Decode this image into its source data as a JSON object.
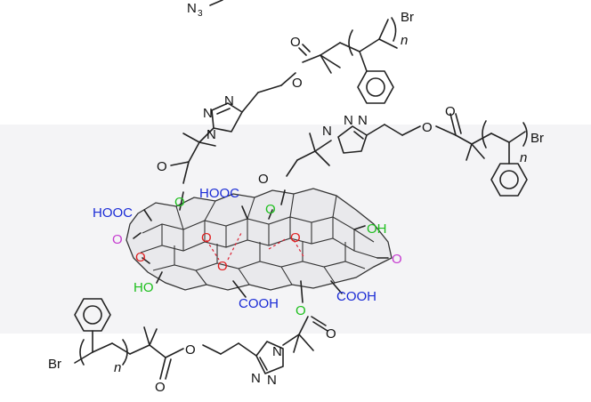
{
  "labels": {
    "n3": "N",
    "n3_sub": "3",
    "br_top": "Br",
    "n_top": "n",
    "o_ester1_dbl": "O",
    "o_ester1": "O",
    "triazole1_n1": "N",
    "triazole1_n2": "N",
    "triazole1_n3": "N",
    "o_carbonyl1": "O",
    "o_link1": "O",
    "o_carbonyl2": "O",
    "o_link2": "O",
    "triazole2_n1": "N",
    "triazole2_n2": "N",
    "triazole2_n3": "N",
    "o_ester2": "O",
    "o_ester2_dbl": "O",
    "br_right": "Br",
    "n_right": "n",
    "hooc_left": "HOOC",
    "hooc_center": "HOOC",
    "oh_right": "OH",
    "o_ketone_left": "O",
    "o_ketone_right": "O",
    "o_epoxide1": "O",
    "o_epoxide2": "O",
    "o_epoxide3": "O",
    "o_ketone_mid": "O",
    "ho_left": "HO",
    "cooh_center": "COOH",
    "cooh_right": "COOH",
    "o_link3": "O",
    "o_carbonyl3": "O",
    "br_bottom": "Br",
    "n_bottom": "n",
    "o_ester3": "O",
    "o_ester3_dbl": "O",
    "triazole3_n1": "N",
    "triazole3_n2": "N",
    "triazole3_n3": "N"
  },
  "colors": {
    "carboxyl": "#1a2bd6",
    "hydroxyl": "#1dbf1d",
    "epoxide": "#e01f1f",
    "ketone": "#c63bd0",
    "bond": "#222222"
  }
}
